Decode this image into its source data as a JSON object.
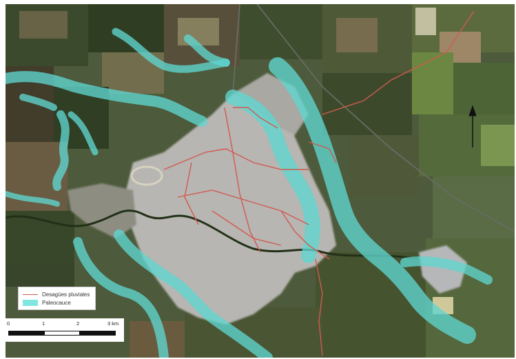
{
  "legend": {
    "items": [
      {
        "label": "Desagües pluviales",
        "symbol": "red-line",
        "color": "#d2594f"
      },
      {
        "label": "Paleocauce",
        "symbol": "cyan-fill",
        "color": "#7fe6e0"
      }
    ]
  },
  "scale": {
    "ticks": [
      "0",
      "1",
      "2",
      "3 km"
    ]
  },
  "colors": {
    "drain": "#d2594f",
    "paleochannel": "#5fd6cf",
    "urban": "#b9b8b4",
    "field_dark": "#2f3f22",
    "field_light": "#8f8a66"
  },
  "north_arrow": {
    "icon": "north-arrow-icon"
  }
}
